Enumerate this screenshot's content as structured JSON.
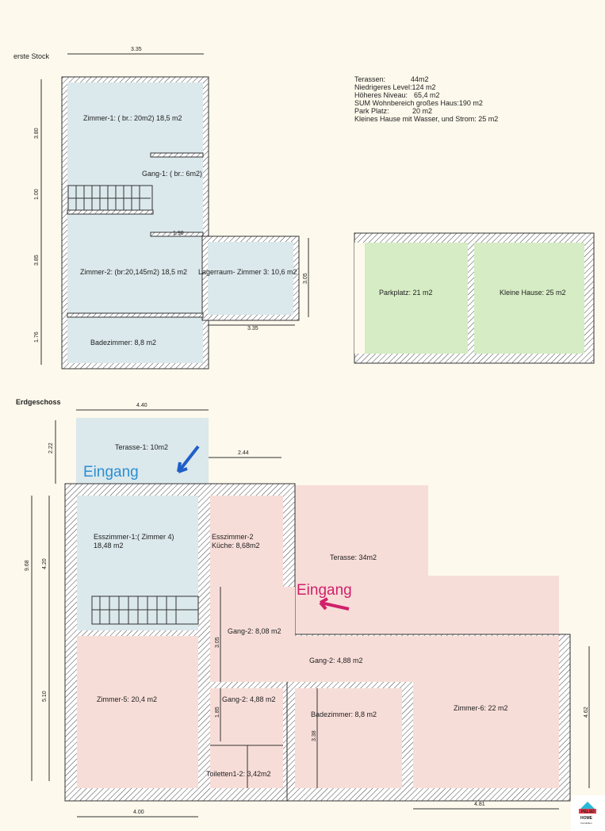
{
  "upper": {
    "title": "erste Stock",
    "dims": {
      "top": "3.35",
      "left1": "3.80",
      "left2": "1.00",
      "left3": "3.85",
      "left4": "1.76",
      "gang": "1.90",
      "lager_w": "3.35",
      "lager_h": "3.05"
    },
    "rooms": {
      "zimmer1": "Zimmer-1: ( br.: 20m2) 18,5 m2",
      "gang1": "Gang-1: ( br.: 6m2)",
      "zimmer2": "Zimmer-2: (br:20,145m2) 18,5 m2",
      "lager": "Lagerraum- Zimmer 3: 10,6 m2",
      "bad": "Badezimmer: 8,8 m2"
    }
  },
  "summary": [
    {
      "label": "Terassen:",
      "value": "44m2"
    },
    {
      "label": "Niedrigeres Level:124 m2",
      "value": ""
    },
    {
      "label": "Höheres Niveau:",
      "value": "65,4 m2"
    },
    {
      "label": "SUM Wohnbereich großes Haus:190 m2",
      "value": ""
    },
    {
      "label": "Park Platz:",
      "value": "20 m2"
    },
    {
      "label": "Kleines Hause mit Wasser, und Strom: 25 m2",
      "value": ""
    }
  ],
  "outdoor": {
    "parkplatz": "Parkplatz: 21 m2",
    "kleine_hause": "Kleine Hause: 25 m2"
  },
  "lower": {
    "title": "Erdgeschoss",
    "dims": {
      "top": "4.40",
      "terr_h": "2.22",
      "gap": "2.44",
      "l1": "4.20",
      "l_total": "9.68",
      "l2": "5.10",
      "gang": "3.05",
      "toil": "1.85",
      "bad": "3.38",
      "right": "4.62",
      "bottom1": "4.00",
      "bottom2": "4.81"
    },
    "rooms": {
      "terrasse1": "Terasse-1: 10m2",
      "ess1a": "Esszimmer-1:( Zimmer 4)",
      "ess1b": "18,48 m2",
      "ess2a": "Esszimmer-2",
      "ess2b": "Küche: 8,68m2",
      "terasse": "Terasse: 34m2",
      "gang2a": "Gang-2: 8,08 m2",
      "gang2b": "Gang-2: 4,88 m2",
      "gang2c": "Gang-2: 4,88 m2",
      "zimmer5": "Zimmer-5: 20,4 m2",
      "bad": "Badezimmer: 8,8 m2",
      "zimmer6": "Zimmer-6: 22 m2",
      "toil": "Toiletten1-2: 3,42m2"
    },
    "entrance1": "Eingang",
    "entrance2": "Eingang"
  },
  "logo": {
    "line1": "PELSO",
    "line2": "HOME",
    "line3": "Immobilien"
  },
  "colors": {
    "bg": "#fdf9ec",
    "blue_room": "#dbe8ec",
    "pink_room": "#f7ddd8",
    "green": "#d6ecc4",
    "entrance_blue": "#2b8fd0",
    "entrance_pink": "#d0206a",
    "arrow_blue": "#1f5fc8"
  }
}
